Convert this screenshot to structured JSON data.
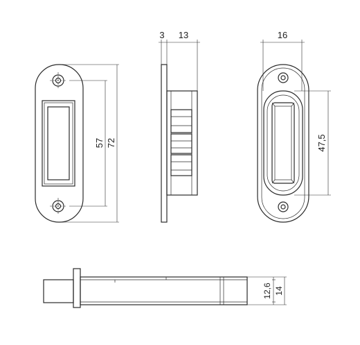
{
  "dimensions": {
    "front_inner_height": "57",
    "front_overall_height": "72",
    "side_plate_thickness": "3",
    "side_body_depth": "13",
    "back_width": "16",
    "back_slot_height": "47,5",
    "bottom_inner_thickness": "12,6",
    "bottom_overall_thickness": "14"
  }
}
